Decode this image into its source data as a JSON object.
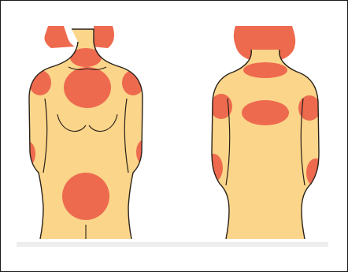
{
  "figure": {
    "views": [
      "front",
      "back"
    ],
    "colors": {
      "skin": "#fad58a",
      "spot": "#ee6a4f",
      "hair": "#ee6a4f",
      "outline": "#2a2119",
      "frame": "#1a1a1a",
      "panel_shadow": "#ededed",
      "background": "#ffffff"
    },
    "regions": {
      "front": [
        "neck",
        "left-shoulder",
        "right-shoulder",
        "chest",
        "left-elbow",
        "right-elbow",
        "abdomen"
      ],
      "back": [
        "hair",
        "upper-back-neck",
        "left-shoulder-blade",
        "right-shoulder-blade",
        "mid-back",
        "left-arm",
        "right-arm"
      ]
    }
  }
}
